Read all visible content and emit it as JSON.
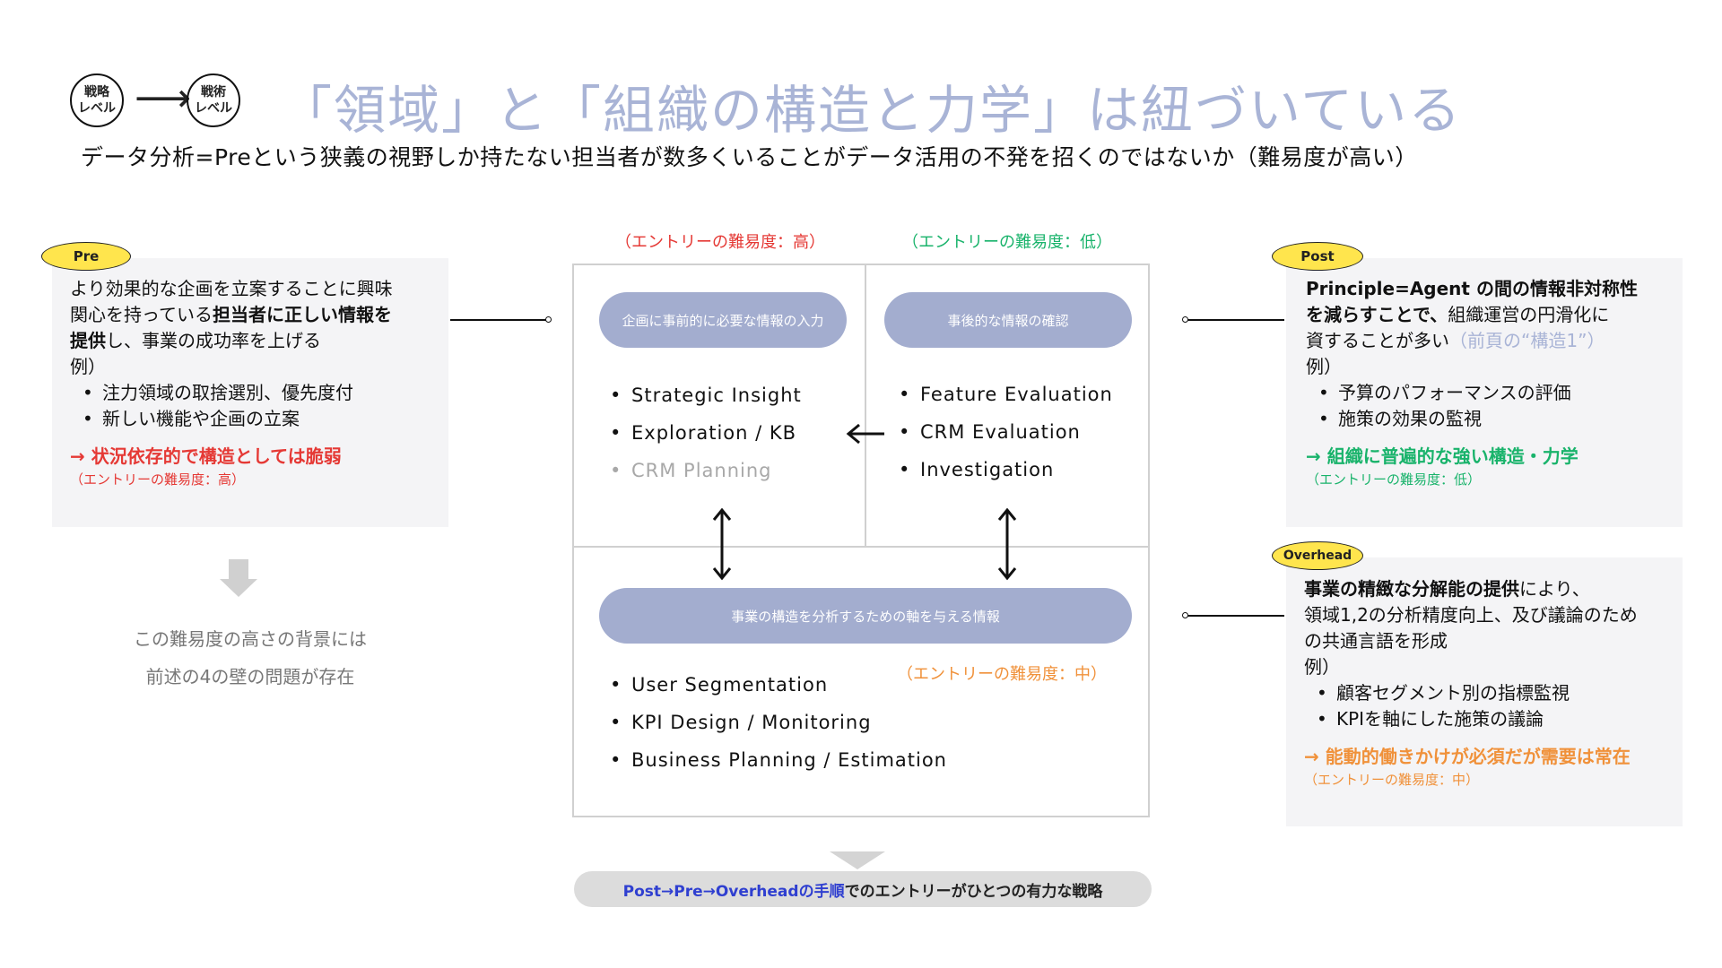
{
  "header": {
    "badge_left": "戦略\nレベル",
    "badge_right": "戦術\nレベル",
    "arrow": "⟶",
    "title": "「領域」と「組織の構造と力学」は紐づいている",
    "subtitle": "データ分析=Preという狭義の視野しか持たない担当者が数多くいることがデータ活用の不発を招くのではないか（難易度が高い）"
  },
  "pre": {
    "tag": "Pre",
    "line1": "より効果的な企画を立案することに興味",
    "line2a": "関心を持っている",
    "line2b": "担当者に正しい情報を",
    "line3a": "提供",
    "line3b": "し、事業の成功率を上げる",
    "example": "例）",
    "bullets": [
      "注力領域の取捨選別、優先度付",
      "新しい機能や企画の立案"
    ],
    "conclusion": "→ 状況依存的で構造としては脆弱",
    "entry": "（エントリーの難易度：高）"
  },
  "left_note": {
    "line1": "この難易度の高さの背景には",
    "line2": "前述の4の壁の問題が存在"
  },
  "center": {
    "entry_high": "（エントリーの難易度：高）",
    "entry_low": "（エントリーの難易度：低）",
    "entry_mid": "（エントリーの難易度：中）",
    "pill_pre": "企画に事前的に必要な情報の入力",
    "pill_post": "事後的な情報の確認",
    "pill_overhead": "事業の構造を分析するための軸を与える情報",
    "pre_items": [
      "Strategic Insight",
      "Exploration / KB",
      "CRM Planning"
    ],
    "post_items": [
      "Feature Evaluation",
      "CRM Evaluation",
      "Investigation"
    ],
    "overhead_items": [
      "User Segmentation",
      "KPI Design / Monitoring",
      "Business Planning / Estimation"
    ],
    "bottom_a": "Post→Pre→Overheadの手順",
    "bottom_b": "でのエントリーがひとつの有力な戦略"
  },
  "post": {
    "tag": "Post",
    "line1": "Principle=Agent の間の情報非対称性",
    "line2a": "を減らすことで、",
    "line2b": "組織運営の円滑化に",
    "line3a": "資することが多い",
    "line3b": "（前頁の“構造1”）",
    "example": "例）",
    "bullets": [
      "予算のパフォーマンスの評価",
      "施策の効果の監視"
    ],
    "conclusion": "→ 組織に普遍的な強い構造・力学",
    "entry": "（エントリーの難易度：低）"
  },
  "overhead": {
    "tag": "Overhead",
    "line1a": "事業の精緻な分解能の提供",
    "line1b": "により、",
    "line2": "領域1,2の分析精度向上、及び議論のため",
    "line3": "の共通言語を形成",
    "example": "例）",
    "bullets": [
      "顧客セグメント別の指標監視",
      "KPIを軸にした施策の議論"
    ],
    "conclusion": "→ 能動的働きかけが必須だが需要は常在",
    "entry": "（エントリーの難易度：中）"
  },
  "colors": {
    "title": "#a9b4d6",
    "pill": "#a3adcf",
    "tag": "#ffe54d",
    "red": "#e53935",
    "green": "#19b36b",
    "orange": "#f0913a",
    "accent_blue": "#2f3fd0"
  }
}
